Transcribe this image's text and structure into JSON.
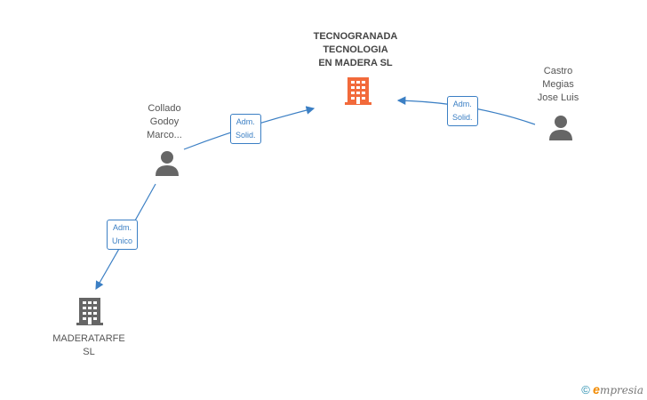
{
  "nodes": {
    "main_company": {
      "lines": [
        "TECNOGRANADA",
        "TECNOLOGIA",
        "EN MADERA SL"
      ],
      "icon": "building-icon",
      "color": "#f26a3b"
    },
    "person_collado": {
      "lines": [
        "Collado",
        "Godoy",
        "Marco..."
      ],
      "icon": "person-icon",
      "color": "#666666"
    },
    "person_castro": {
      "lines": [
        "Castro",
        "Megias",
        "Jose Luis"
      ],
      "icon": "person-icon",
      "color": "#666666"
    },
    "company_maderatarfe": {
      "lines": [
        "MADERATARFE",
        "SL"
      ],
      "icon": "building-icon",
      "color": "#666666"
    }
  },
  "edges": [
    {
      "from": "person_collado",
      "to": "main_company",
      "lines": [
        "Adm.",
        "Solid."
      ]
    },
    {
      "from": "person_castro",
      "to": "main_company",
      "lines": [
        "Adm.",
        "Solid."
      ]
    },
    {
      "from": "person_collado",
      "to": "company_maderatarfe",
      "lines": [
        "Adm.",
        "Unico"
      ]
    }
  ],
  "edge_color": "#3b7fc4",
  "footer": {
    "copyright": "©",
    "brand_initial": "e",
    "brand_rest": "mpresia"
  }
}
